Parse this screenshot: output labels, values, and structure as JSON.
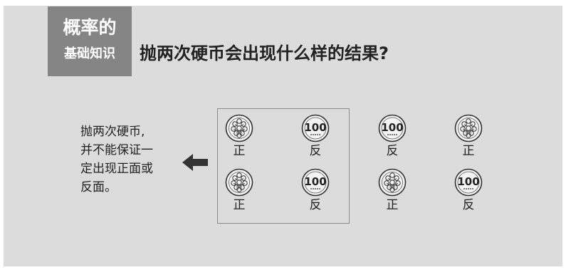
{
  "badge": {
    "line1": "概率的",
    "line2": "基础知识"
  },
  "headline": "抛两次硬币会出现什么样的结果?",
  "description": [
    "抛两次硬币,",
    "并不能保证一",
    "定出现正面或",
    "反面。"
  ],
  "coin_denomination": "100",
  "coins": [
    {
      "face": "heads",
      "label": "正"
    },
    {
      "face": "tails",
      "label": "反"
    },
    {
      "face": "tails",
      "label": "反"
    },
    {
      "face": "heads",
      "label": "正"
    },
    {
      "face": "heads",
      "label": "正"
    },
    {
      "face": "tails",
      "label": "反"
    },
    {
      "face": "heads",
      "label": "正"
    },
    {
      "face": "tails",
      "label": "反"
    }
  ],
  "colors": {
    "panel": "#dcdcdc",
    "badge": "#858585",
    "coin_fill": "#f4f4f4",
    "ink": "#222222"
  }
}
